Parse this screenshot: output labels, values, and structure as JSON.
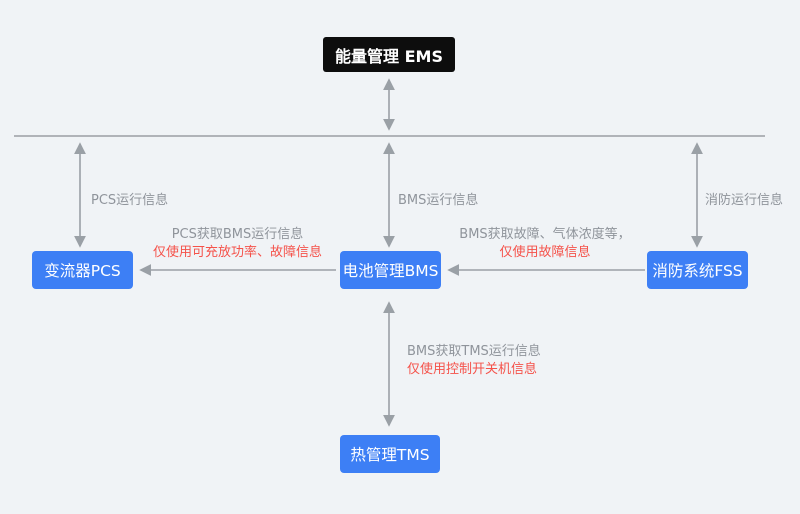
{
  "diagram": {
    "title": {
      "label": "能量管理 EMS"
    },
    "nodes": [
      {
        "id": "pcs",
        "label": "变流器PCS"
      },
      {
        "id": "bms",
        "label": "电池管理BMS"
      },
      {
        "id": "fss",
        "label": "消防系统FSS"
      },
      {
        "id": "tms",
        "label": "热管理TMS"
      }
    ],
    "bus_labels": [
      {
        "label": "PCS运行信息"
      },
      {
        "label": "BMS运行信息"
      },
      {
        "label": "消防运行信息"
      }
    ],
    "flow_labels": [
      {
        "desc": "PCS获取BMS运行信息",
        "restriction": "仅使用可充放功率、故障信息"
      },
      {
        "desc": "BMS获取故障、气体浓度等，",
        "restriction": "仅使用故障信息"
      },
      {
        "desc": "BMS获取TMS运行信息",
        "restriction": "仅使用控制开关机信息"
      }
    ],
    "colors": {
      "background": "#f0f3f6",
      "node_blue": "#3d7ff5",
      "title_black": "#0d0d0d",
      "arrow_gray": "#9aa0a6",
      "bus_gray": "#9a9ea4",
      "label_gray": "#8f949b",
      "highlight_red": "#f5524a"
    }
  }
}
